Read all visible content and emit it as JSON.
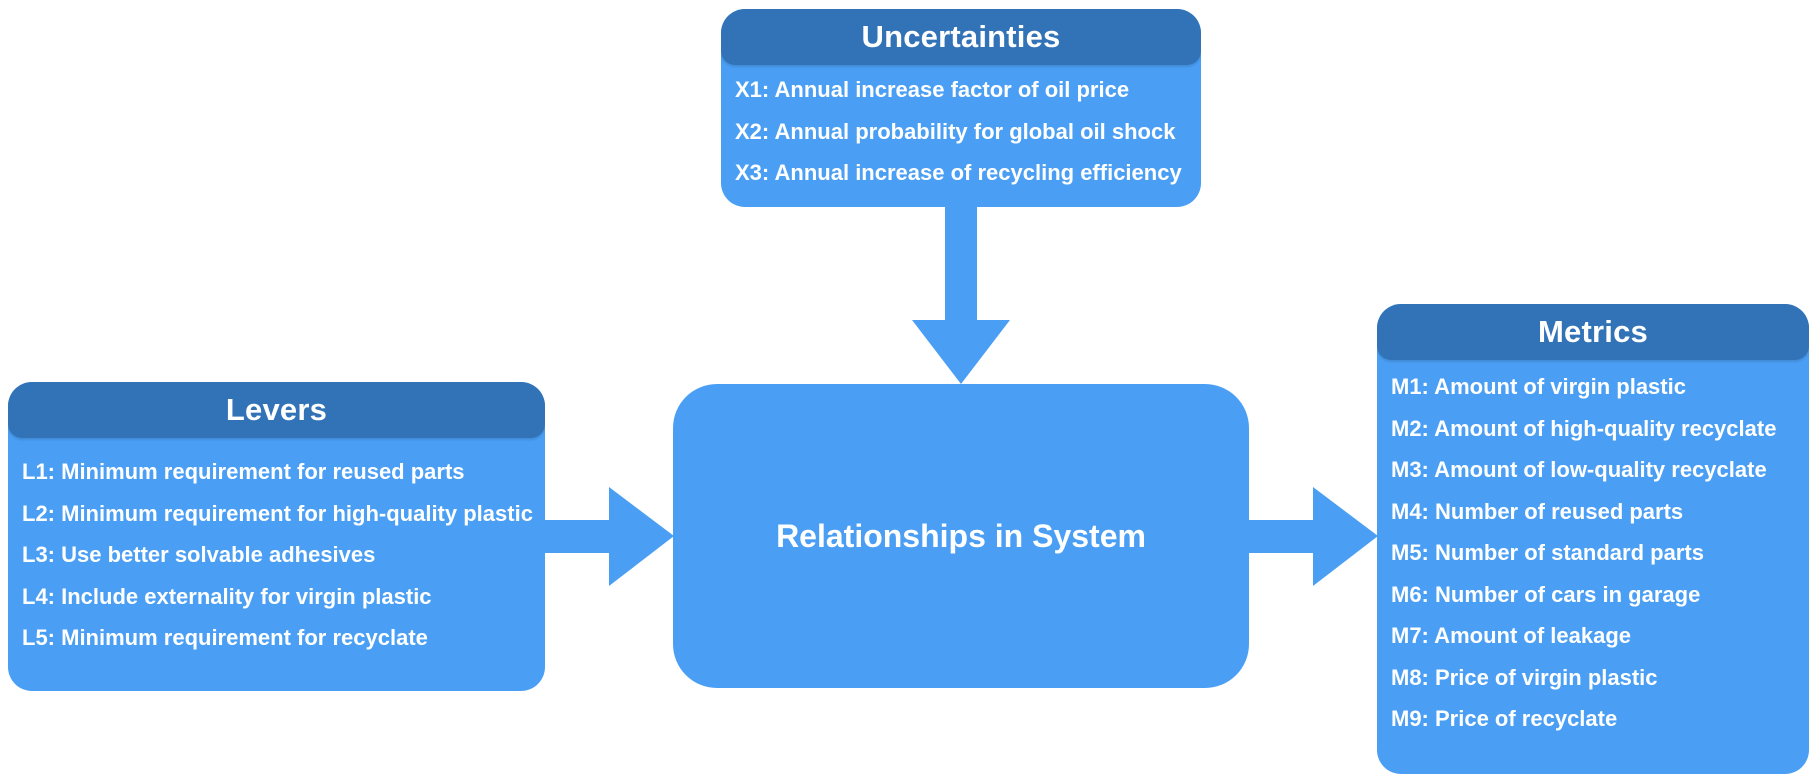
{
  "colors": {
    "box": "#4a9ff5",
    "header": "#3273b8",
    "text": "#ffffff"
  },
  "uncertainties": {
    "title": "Uncertainties",
    "items": [
      "X1: Annual increase factor of oil price",
      "X2: Annual probability for global oil shock",
      "X3: Annual increase of recycling efficiency"
    ]
  },
  "levers": {
    "title": "Levers",
    "items": [
      "L1: Minimum requirement for reused parts",
      "L2: Minimum requirement for high-quality plastic",
      "L3: Use better solvable adhesives",
      "L4: Include externality for virgin plastic",
      "L5: Minimum requirement for recyclate"
    ]
  },
  "system": {
    "label": "Relationships in System"
  },
  "metrics": {
    "title": "Metrics",
    "items": [
      "M1: Amount of virgin plastic",
      "M2: Amount of high-quality recyclate",
      "M3: Amount of low-quality recyclate",
      "M4: Number of reused parts",
      "M5: Number of standard parts",
      "M6: Number of cars in garage",
      "M7: Amount of leakage",
      "M8: Price of virgin plastic",
      "M9: Price of recyclate"
    ]
  }
}
